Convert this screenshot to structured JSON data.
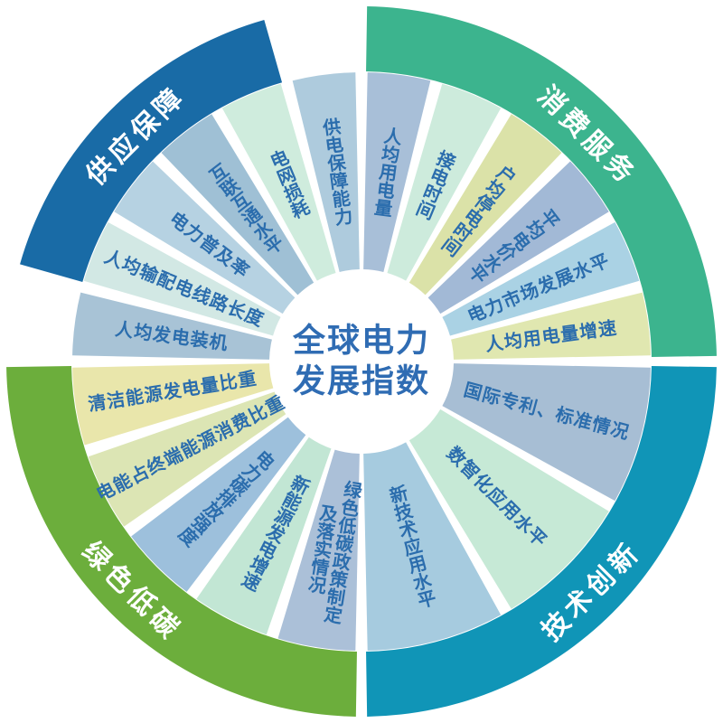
{
  "title": {
    "line1": "全球电力",
    "line2": "发展指数",
    "color": "#2f6cb3"
  },
  "label_color": "#2b6dad",
  "quadrants": [
    {
      "name": "供应保障",
      "ring_color": "#196ba6",
      "label_azimuth": -45,
      "segments": [
        {
          "label": "供电保障能力",
          "color": "#aecbdd",
          "start": -15,
          "end": 0
        },
        {
          "label": "电网损耗",
          "color": "#cfecdd",
          "start": -30,
          "end": -15
        },
        {
          "label": "互联互通水平",
          "color": "#9fc0d5",
          "start": -45,
          "end": -30
        },
        {
          "label": "电力普及率",
          "color": "#b6d2e2",
          "start": -60,
          "end": -45
        },
        {
          "label": "人均输配电线路长度",
          "color": "#d2e8e4",
          "start": -75,
          "end": -60
        },
        {
          "label": "人均发电装机",
          "color": "#a8c3d6",
          "start": -90,
          "end": -75
        }
      ]
    },
    {
      "name": "消费服务",
      "ring_color": "#3cb48e",
      "label_azimuth": 45,
      "segments": [
        {
          "label": "人均用电量",
          "color": "#a8bfd8",
          "start": 0,
          "end": 15
        },
        {
          "label": "接电时间",
          "color": "#cdebdc",
          "start": 15,
          "end": 30
        },
        {
          "label": "户均停电时间",
          "color": "#dbe2a8",
          "start": 30,
          "end": 45
        },
        {
          "label": "平均电价水平",
          "color": "#a2b9d6",
          "start": 45,
          "end": 60,
          "orient": "v"
        },
        {
          "label": "电力市场发展水平",
          "color": "#aad2e4",
          "start": 60,
          "end": 75
        },
        {
          "label": "人均用电量增速",
          "color": "#e0e7b0",
          "start": 75,
          "end": 90
        }
      ]
    },
    {
      "name": "技术创新",
      "ring_color": "#1095b7",
      "label_azimuth": 135,
      "segments": [
        {
          "label": "国际专利、标准情况",
          "color": "#a7bed4",
          "start": 90,
          "end": 120
        },
        {
          "label": "数智化应用水平",
          "color": "#c6e9d6",
          "start": 120,
          "end": 150,
          "orient": "h"
        },
        {
          "label": "新技术应用水平",
          "color": "#a6cbdf",
          "start": 150,
          "end": 180
        }
      ]
    },
    {
      "name": "绿色低碳",
      "ring_color": "#6cae3c",
      "label_azimuth": 225,
      "segments": [
        {
          "label": "绿色低碳政策制定及落实情况",
          "lines": [
            "绿色低碳政策制定",
            "及落实情况"
          ],
          "color": "#abc0d8",
          "start": 180,
          "end": 198
        },
        {
          "label": "新能源发电增速",
          "color": "#c2e6d4",
          "start": 198,
          "end": 216
        },
        {
          "label": "电力碳排放强度",
          "color": "#9dc0dc",
          "start": 216,
          "end": 234,
          "orient": "v"
        },
        {
          "label": "电能占终端能源消费比重",
          "color": "#dce5b4",
          "start": 234,
          "end": 252
        },
        {
          "label": "清洁能源发电量比重",
          "color": "#e9e6ab",
          "start": 252,
          "end": 270
        }
      ]
    }
  ]
}
